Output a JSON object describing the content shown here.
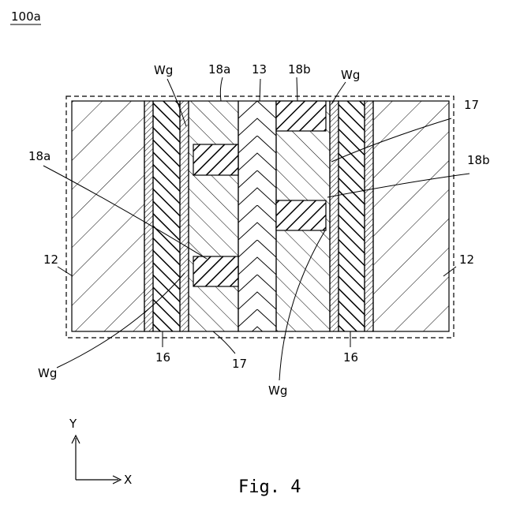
{
  "figure_ref": "100a",
  "caption": "Fig. 4",
  "axes": {
    "x": "X",
    "y": "Y"
  },
  "labels": {
    "wg_top_left": "Wg",
    "r18a_top": "18a",
    "r13": "13",
    "r18b_top": "18b",
    "wg_top_right": "Wg",
    "r17_right": "17",
    "r18a_left": "18a",
    "r18b_right": "18b",
    "r12_left": "12",
    "r12_right": "12",
    "wg_bottom_left": "Wg",
    "r16_left": "16",
    "r17_bottom": "17",
    "wg_bottom_center": "Wg",
    "r16_right": "16"
  }
}
